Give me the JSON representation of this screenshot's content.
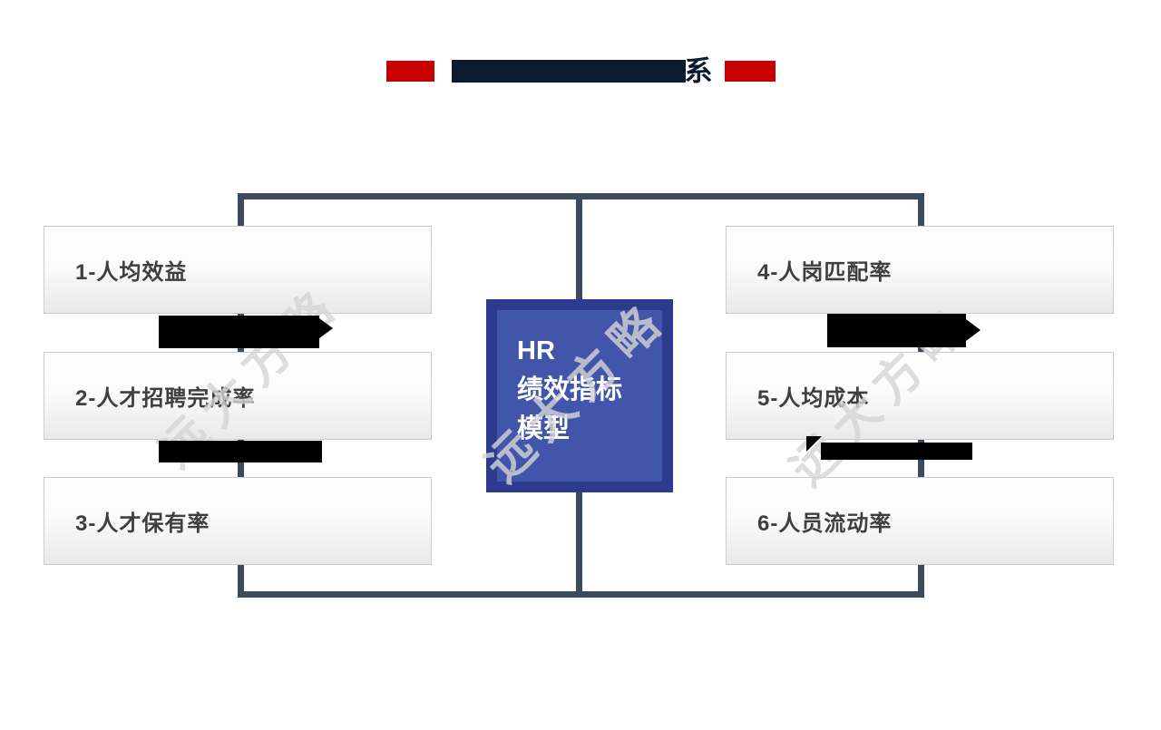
{
  "title": {
    "visible_suffix": "系"
  },
  "center_box": {
    "lines": [
      "HR",
      "绩效指标",
      "模型"
    ]
  },
  "left_items": [
    {
      "label": "1-人均效益"
    },
    {
      "label": "2-人才招聘完成率"
    },
    {
      "label": "3-人才保有率"
    }
  ],
  "right_items": [
    {
      "label": "4-人岗匹配率"
    },
    {
      "label": "5-人均成本"
    },
    {
      "label": "6-人员流动率"
    }
  ],
  "watermark": {
    "text": "远大方略"
  },
  "colors": {
    "accent_red": "#c90000",
    "title_navy": "#0c1a30",
    "connector_slate": "#3b4a5c",
    "center_outer_blue": "#2c3b8e",
    "center_inner_blue": "#4156ab",
    "redaction_black": "#000000",
    "box_border": "#cccccc",
    "box_text": "#3f3f3f"
  }
}
